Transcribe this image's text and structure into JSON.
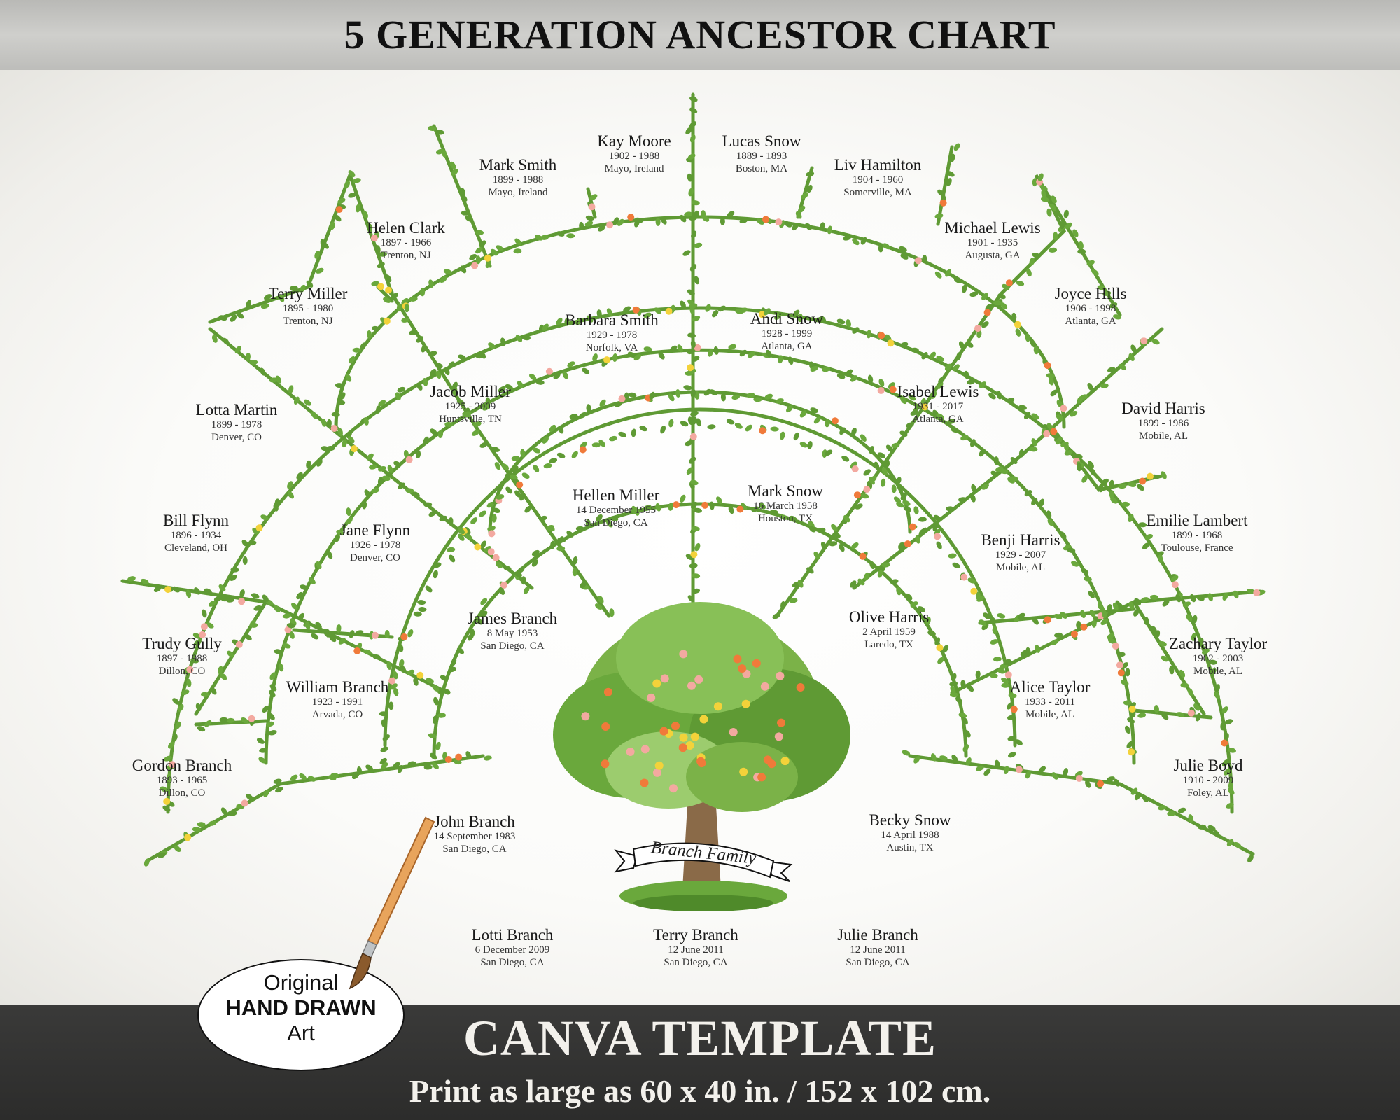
{
  "header": {
    "title": "5 GENERATION ANCESTOR CHART"
  },
  "footer": {
    "template_label": "CANVA TEMPLATE",
    "print_size": "Print as large as 60 x 40 in. / 152 x 102 cm."
  },
  "badge": {
    "line1": "Original",
    "line2": "HAND DRAWN",
    "line3": "Art"
  },
  "family_name": "Branch Family",
  "colors": {
    "vine": "#5f9a34",
    "leaf": "#6aa83c",
    "flower_pink": "#f3a9a0",
    "flower_orange": "#f07a3a",
    "flower_yellow": "#f3d23a",
    "trunk": "#8a6a48"
  },
  "people": {
    "lotti": {
      "name": "Lotti Branch",
      "dates": "6 December 2009",
      "place": "San Diego, CA"
    },
    "terry": {
      "name": "Terry Branch",
      "dates": "12 June 2011",
      "place": "San Diego, CA"
    },
    "julie": {
      "name": "Julie Branch",
      "dates": "12 June 2011",
      "place": "San Diego, CA"
    },
    "john": {
      "name": "John Branch",
      "dates": "14 September 1983",
      "place": "San Diego, CA"
    },
    "becky": {
      "name": "Becky Snow",
      "dates": "14 April 1988",
      "place": "Austin, TX"
    },
    "james": {
      "name": "James Branch",
      "dates": "8 May 1953",
      "place": "San Diego, CA"
    },
    "hellen": {
      "name": "Hellen Miller",
      "dates": "14 December 1955",
      "place": "San Diego, CA"
    },
    "mark_s": {
      "name": "Mark Snow",
      "dates": "16 March 1958",
      "place": "Houston, TX"
    },
    "olive": {
      "name": "Olive Harris",
      "dates": "2 April 1959",
      "place": "Laredo, TX"
    },
    "william": {
      "name": "William Branch",
      "dates": "1923 - 1991",
      "place": "Arvada, CO"
    },
    "jane": {
      "name": "Jane Flynn",
      "dates": "1926 - 1978",
      "place": "Denver, CO"
    },
    "jacob": {
      "name": "Jacob Miller",
      "dates": "1925 - 2009",
      "place": "Huntsville, TN"
    },
    "barbara": {
      "name": "Barbara Smith",
      "dates": "1929 - 1978",
      "place": "Norfolk, VA"
    },
    "andi": {
      "name": "Andi Snow",
      "dates": "1928 - 1999",
      "place": "Atlanta, GA"
    },
    "isabel": {
      "name": "Isabel Lewis",
      "dates": "1931 - 2017",
      "place": "Atlanta, GA"
    },
    "benji": {
      "name": "Benji Harris",
      "dates": "1929 - 2007",
      "place": "Mobile, AL"
    },
    "alice": {
      "name": "Alice Taylor",
      "dates": "1933 - 2011",
      "place": "Mobile, AL"
    },
    "gordon": {
      "name": "Gordon Branch",
      "dates": "1893 - 1965",
      "place": "Dillon, CO"
    },
    "trudy": {
      "name": "Trudy Gully",
      "dates": "1897 - 1988",
      "place": "Dillon, CO"
    },
    "bill": {
      "name": "Bill Flynn",
      "dates": "1896 - 1934",
      "place": "Cleveland, OH"
    },
    "lotta": {
      "name": "Lotta Martin",
      "dates": "1899 - 1978",
      "place": "Denver, CO"
    },
    "terry_m": {
      "name": "Terry Miller",
      "dates": "1895 - 1980",
      "place": "Trenton, NJ"
    },
    "helen": {
      "name": "Helen Clark",
      "dates": "1897 - 1966",
      "place": "Trenton, NJ"
    },
    "mark_sm": {
      "name": "Mark Smith",
      "dates": "1899 - 1988",
      "place": "Mayo, Ireland"
    },
    "kay": {
      "name": "Kay Moore",
      "dates": "1902 - 1988",
      "place": "Mayo, Ireland"
    },
    "lucas": {
      "name": "Lucas Snow",
      "dates": "1889 - 1893",
      "place": "Boston, MA"
    },
    "liv": {
      "name": "Liv Hamilton",
      "dates": "1904 - 1960",
      "place": "Somerville, MA"
    },
    "michael": {
      "name": "Michael Lewis",
      "dates": "1901 - 1935",
      "place": "Augusta, GA"
    },
    "joyce": {
      "name": "Joyce Hills",
      "dates": "1906 - 1998",
      "place": "Atlanta, GA"
    },
    "david": {
      "name": "David Harris",
      "dates": "1899 - 1986",
      "place": "Mobile, AL"
    },
    "emilie": {
      "name": "Emilie Lambert",
      "dates": "1899 - 1968",
      "place": "Toulouse, France"
    },
    "zachary": {
      "name": "Zachary Taylor",
      "dates": "1902 - 2003",
      "place": "Mobile, AL"
    },
    "julie_b": {
      "name": "Julie Boyd",
      "dates": "1910 - 2009",
      "place": "Foley, AL"
    }
  }
}
